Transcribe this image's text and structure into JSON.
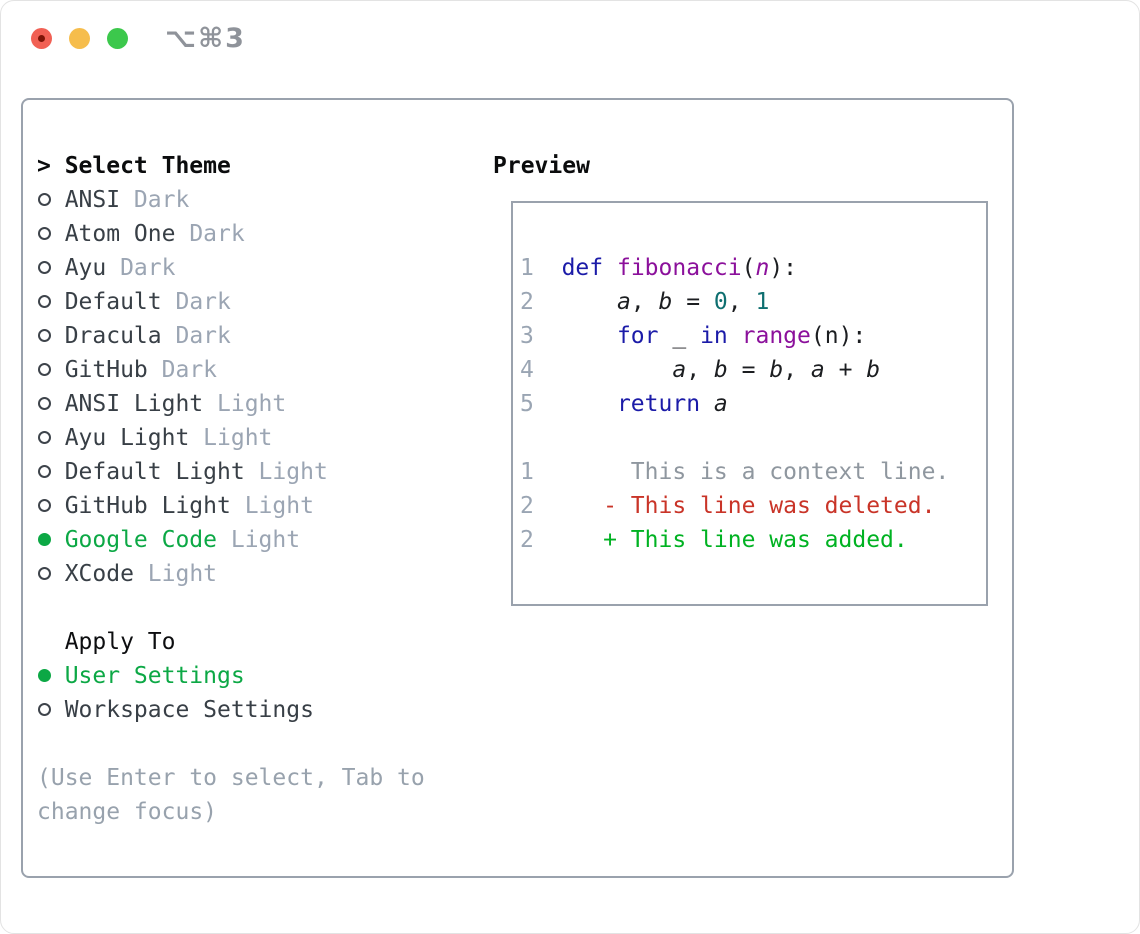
{
  "window": {
    "title": "⌥⌘3",
    "traffic_lights": [
      {
        "name": "close",
        "color": "#f1605f",
        "has_dot": true
      },
      {
        "name": "minimize",
        "color": "#f6bd4c",
        "has_dot": false
      },
      {
        "name": "zoom",
        "color": "#3cc84c",
        "has_dot": false
      }
    ]
  },
  "theme_panel": {
    "header": {
      "prefix": ">",
      "label": "Select Theme"
    },
    "themes": [
      {
        "name": "ANSI",
        "variant": "Dark",
        "selected": false
      },
      {
        "name": "Atom One",
        "variant": "Dark",
        "selected": false
      },
      {
        "name": "Ayu",
        "variant": "Dark",
        "selected": false
      },
      {
        "name": "Default",
        "variant": "Dark",
        "selected": false
      },
      {
        "name": "Dracula",
        "variant": "Dark",
        "selected": false
      },
      {
        "name": "GitHub",
        "variant": "Dark",
        "selected": false
      },
      {
        "name": "ANSI Light",
        "variant": "Light",
        "selected": false
      },
      {
        "name": "Ayu Light",
        "variant": "Light",
        "selected": false
      },
      {
        "name": "Default Light",
        "variant": "Light",
        "selected": false
      },
      {
        "name": "GitHub Light",
        "variant": "Light",
        "selected": false
      },
      {
        "name": "Google Code",
        "variant": "Light",
        "selected": true
      },
      {
        "name": "XCode",
        "variant": "Light",
        "selected": false
      }
    ],
    "apply_to": {
      "label": "Apply To",
      "options": [
        {
          "name": "User Settings",
          "selected": true
        },
        {
          "name": "Workspace Settings",
          "selected": false
        }
      ]
    },
    "help_lines": [
      "(Use Enter to select, Tab to",
      "change focus)"
    ]
  },
  "preview": {
    "label": "Preview",
    "lines": [
      {
        "n": "1",
        "segs": [
          [
            "  ",
            "pl"
          ],
          [
            "def",
            "kw"
          ],
          [
            " ",
            "pl"
          ],
          [
            "fibonacci",
            "fn"
          ],
          [
            "(",
            "pl"
          ],
          [
            "n",
            "arg"
          ],
          [
            "):",
            "pl"
          ]
        ]
      },
      {
        "n": "2",
        "segs": [
          [
            "      ",
            "pl"
          ],
          [
            "a",
            "var"
          ],
          [
            ", ",
            "pl"
          ],
          [
            "b",
            "var"
          ],
          [
            " = ",
            "pl"
          ],
          [
            "0",
            "num"
          ],
          [
            ", ",
            "pl"
          ],
          [
            "1",
            "num"
          ]
        ]
      },
      {
        "n": "3",
        "segs": [
          [
            "      ",
            "pl"
          ],
          [
            "for",
            "kw"
          ],
          [
            " ",
            "pl"
          ],
          [
            "_",
            "var"
          ],
          [
            " ",
            "pl"
          ],
          [
            "in",
            "kw"
          ],
          [
            " ",
            "pl"
          ],
          [
            "range",
            "fn"
          ],
          [
            "(n):",
            "pl"
          ]
        ]
      },
      {
        "n": "4",
        "segs": [
          [
            "          ",
            "pl"
          ],
          [
            "a",
            "var"
          ],
          [
            ", ",
            "pl"
          ],
          [
            "b",
            "var"
          ],
          [
            " = ",
            "pl"
          ],
          [
            "b",
            "var"
          ],
          [
            ", ",
            "pl"
          ],
          [
            "a",
            "var"
          ],
          [
            " + ",
            "pl"
          ],
          [
            "b",
            "var"
          ]
        ]
      },
      {
        "n": "5",
        "segs": [
          [
            "      ",
            "pl"
          ],
          [
            "return",
            "kw"
          ],
          [
            " ",
            "pl"
          ],
          [
            "a",
            "var"
          ]
        ]
      },
      {
        "n": "",
        "segs": []
      },
      {
        "n": "1",
        "segs": [
          [
            "       This is a context line.",
            "ctx"
          ]
        ]
      },
      {
        "n": "2",
        "segs": [
          [
            "     - This line was deleted.",
            "del"
          ]
        ]
      },
      {
        "n": "2",
        "segs": [
          [
            "     + This line was added.",
            "add"
          ]
        ]
      }
    ]
  },
  "colors": {
    "panel_border": "#9aa2ad",
    "selection_green": "#0ca845",
    "keyword_blue": "#1b1ba8",
    "function_purple": "#8b109b",
    "literal_teal": "#0e6f70",
    "diff_deleted_red": "#c93428",
    "diff_added_green": "#00b222",
    "muted_gray": "#9ba5b3",
    "help_gray": "#98a2ad"
  }
}
